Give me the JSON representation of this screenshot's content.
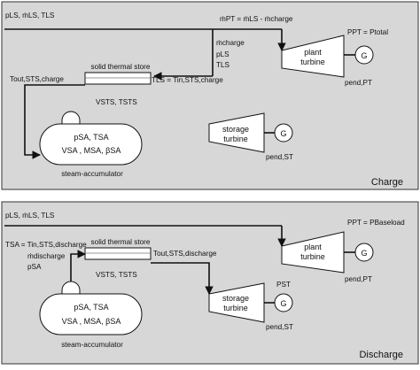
{
  "charge": {
    "title": "Charge",
    "inlet": "pₗₛ, ṁₗₛ, Tₗₛ",
    "inlet_label": "pLS, ṁLS, TLS",
    "mdot_pt": "ṁPT = ṁLS - ṁcharge",
    "p_pt": "PPT = Ptotal",
    "charge_vars_1": "ṁcharge",
    "charge_vars_2": "pLS",
    "charge_vars_3": "TLS",
    "store_title": "solid thermal store",
    "t_out": "Tout,STS,charge",
    "t_ls": "TLS = Tin,STS,charge",
    "v_sts": "VSTS, TSTS",
    "plant_turbine": "plant turbine",
    "pend_pt": "pend,PT",
    "storage_turbine": "storage turbine",
    "pend_st": "pend,ST",
    "acc_line1": "pSA, TSA",
    "acc_line2": "VSA , MSA, βSA",
    "accumulator": "steam-accumulator",
    "generator": "G"
  },
  "discharge": {
    "title": "Discharge",
    "inlet": "pLS, ṁLS, TLS",
    "p_pt": "PPT = PBaseload",
    "tsa_line": "TSA = Tin,STS,discharge",
    "mdot_dis": "ṁdischarge",
    "p_sa": "pSA",
    "store_title": "solid thermal store",
    "t_out": "Tout,STS,discharge",
    "v_sts": "VSTS, TSTS",
    "plant_turbine": "plant turbine",
    "pend_pt": "pend,PT",
    "p_st": "PST",
    "storage_turbine": "storage turbine",
    "pend_st": "pend,ST",
    "acc_line1": "pSA, TSA",
    "acc_line2": "VSA , MSA, βSA",
    "accumulator": "steam-accumulator",
    "generator": "G"
  }
}
